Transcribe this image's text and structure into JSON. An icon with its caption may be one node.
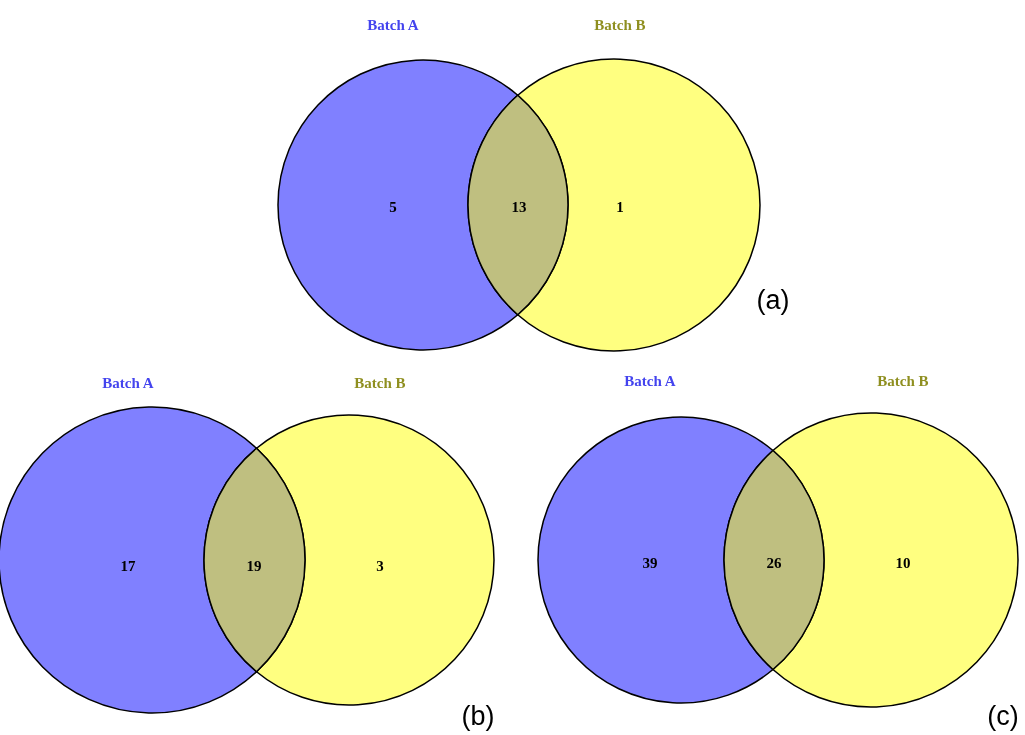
{
  "diagram": {
    "nodes": [
      {
        "text": [
          "Batch A",
          "5"
        ]
      },
      {
        "text": [
          "Batch B",
          "1"
        ]
      },
      {
        "text": [
          "13"
        ]
      },
      {
        "text": [
          "Batch A",
          "17"
        ]
      },
      {
        "text": [
          "Batch B",
          "3"
        ]
      },
      {
        "text": [
          "19"
        ]
      },
      {
        "text": [
          "Batch A",
          "39"
        ]
      },
      {
        "text": [
          "Batch B",
          "10"
        ]
      },
      {
        "text": [
          "26"
        ]
      }
    ],
    "edges": [],
    "labels": [
      "(a)",
      "(b)",
      "(c)"
    ]
  }
}
